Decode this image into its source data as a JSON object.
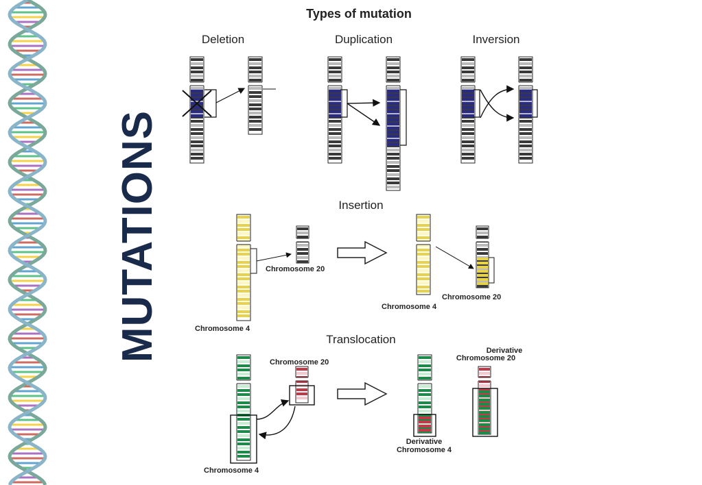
{
  "side_title": "MUTATIONS",
  "diagram": {
    "title": "Types of mutation",
    "deletion": "Deletion",
    "duplication": "Duplication",
    "inversion": "Inversion",
    "insertion": "Insertion",
    "translocation": "Translocation",
    "chr20_a": "Chromosome 20",
    "chr4_a": "Chromosome 4",
    "chr20_b": "Chromosome 20",
    "chr4_b": "Chromosome 4",
    "chr20_c": "Chromosome 20",
    "chr4_c": "Chromosome 4",
    "deriv20_l1": "Derivative",
    "deriv20_l2": "Chromosome 20",
    "deriv4_l1": "Derivative",
    "deriv4_l2": "Chromosome 4"
  },
  "colors": {
    "title_text": "#1a2a4a",
    "grey_chr": "#3a3a3a",
    "blue_band": "#2a2a88",
    "yellow_chr": "#e8d24a",
    "green_chr": "#1e8a4a",
    "red_chr": "#c23a4a"
  }
}
